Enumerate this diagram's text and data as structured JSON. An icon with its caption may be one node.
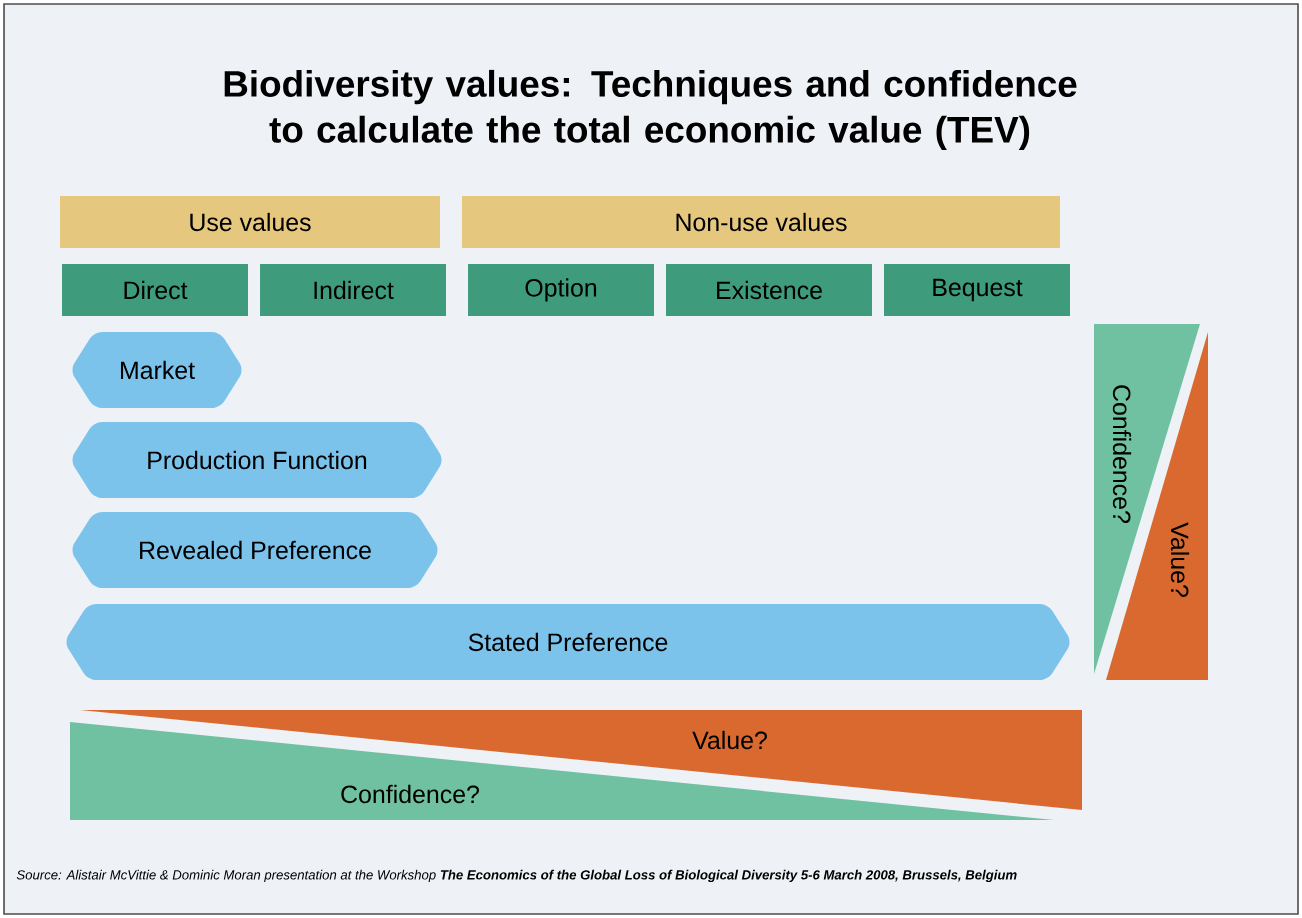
{
  "diagram": {
    "title": "Biodiversity values: Techniques and confidence to calculate the total economic value (TEV)",
    "nodes": [
      {
        "text": [
          "Use values"
        ]
      },
      {
        "text": [
          "Non-use values"
        ]
      },
      {
        "text": [
          "Direct"
        ]
      },
      {
        "text": [
          "Indirect"
        ]
      },
      {
        "text": [
          "Option"
        ]
      },
      {
        "text": [
          "Existence"
        ]
      },
      {
        "text": [
          "Bequest"
        ]
      },
      {
        "text": [
          "Market"
        ]
      },
      {
        "text": [
          "Production Function"
        ]
      },
      {
        "text": [
          "Revealed Preference"
        ]
      },
      {
        "text": [
          "Stated Preference"
        ]
      },
      {
        "text": [
          "Confidence?"
        ]
      },
      {
        "text": [
          "Value?"
        ]
      },
      {
        "text": [
          "Value?"
        ]
      },
      {
        "text": [
          "Confidence?"
        ]
      }
    ],
    "labels": [
      "Source: Alistair McVittie & Dominic Moran presentation at the Workshop **The Economics of the Global Loss of Biological Diversity 5-6 March 2008, Brussels, Belgium**"
    ]
  }
}
